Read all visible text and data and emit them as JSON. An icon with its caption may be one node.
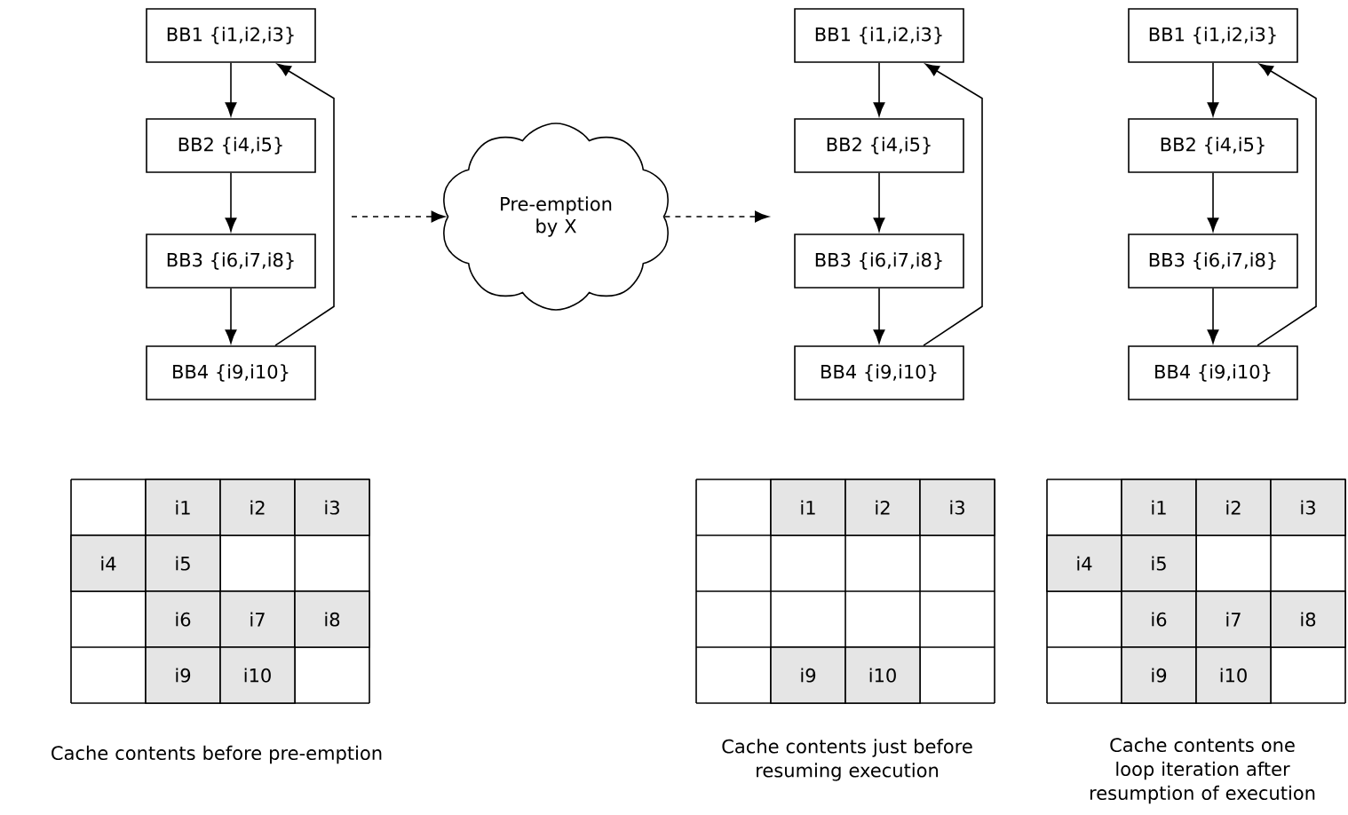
{
  "diagram": {
    "nodes": [
      {
        "text": [
          "BB1 {i1,i2,i3}"
        ]
      },
      {
        "text": [
          "BB2 {i4,i5}"
        ]
      },
      {
        "text": [
          "BB3 {i6,i7,i8}"
        ]
      },
      {
        "text": [
          "BB4 {i9,i10}"
        ]
      },
      {
        "text": [
          "Pre-emption by X"
        ]
      },
      {
        "text": [
          "BB1 {i1,i2,i3}"
        ]
      },
      {
        "text": [
          "BB2 {i4,i5}"
        ]
      },
      {
        "text": [
          "BB3 {i6,i7,i8}"
        ]
      },
      {
        "text": [
          "BB4 {i9,i10}"
        ]
      },
      {
        "text": [
          "BB1 {i1,i2,i3}"
        ]
      },
      {
        "text": [
          "BB2 {i4,i5}"
        ]
      },
      {
        "text": [
          "BB3 {i6,i7,i8}"
        ]
      },
      {
        "text": [
          "BB4 {i9,i10}"
        ]
      }
    ],
    "edges": [
      {
        "from": 0,
        "to": 1,
        "arrow": "to"
      },
      {
        "from": 1,
        "to": 2,
        "arrow": "to"
      },
      {
        "from": 2,
        "to": 3,
        "arrow": "to"
      },
      {
        "from": 3,
        "to": 0,
        "arrow": "to"
      },
      {
        "from": null,
        "to": 4,
        "arrow": "to",
        "style": "dashed"
      },
      {
        "from": 4,
        "to": null,
        "arrow": "to",
        "style": "dashed"
      },
      {
        "from": 5,
        "to": 6,
        "arrow": "to"
      },
      {
        "from": 6,
        "to": 7,
        "arrow": "to"
      },
      {
        "from": 7,
        "to": 8,
        "arrow": "to"
      },
      {
        "from": 8,
        "to": 5,
        "arrow": "to"
      },
      {
        "from": 9,
        "to": 10,
        "arrow": "to"
      },
      {
        "from": 10,
        "to": 11,
        "arrow": "to"
      },
      {
        "from": 11,
        "to": 12,
        "arrow": "to"
      },
      {
        "from": 12,
        "to": 9,
        "arrow": "to"
      }
    ],
    "labels": [
      "i1",
      "i2",
      "i3",
      "i4",
      "i5",
      "i6",
      "i7",
      "i8",
      "i9",
      "i10",
      "Cache contents before pre-emption",
      "i1",
      "i2",
      "i3",
      "i9",
      "i10",
      "Cache contents just before resuming execution",
      "i1",
      "i2",
      "i3",
      "i4",
      "i5",
      "i6",
      "i7",
      "i8",
      "i9",
      "i10",
      "Cache contents one loop iteration after resumption of execution"
    ]
  }
}
